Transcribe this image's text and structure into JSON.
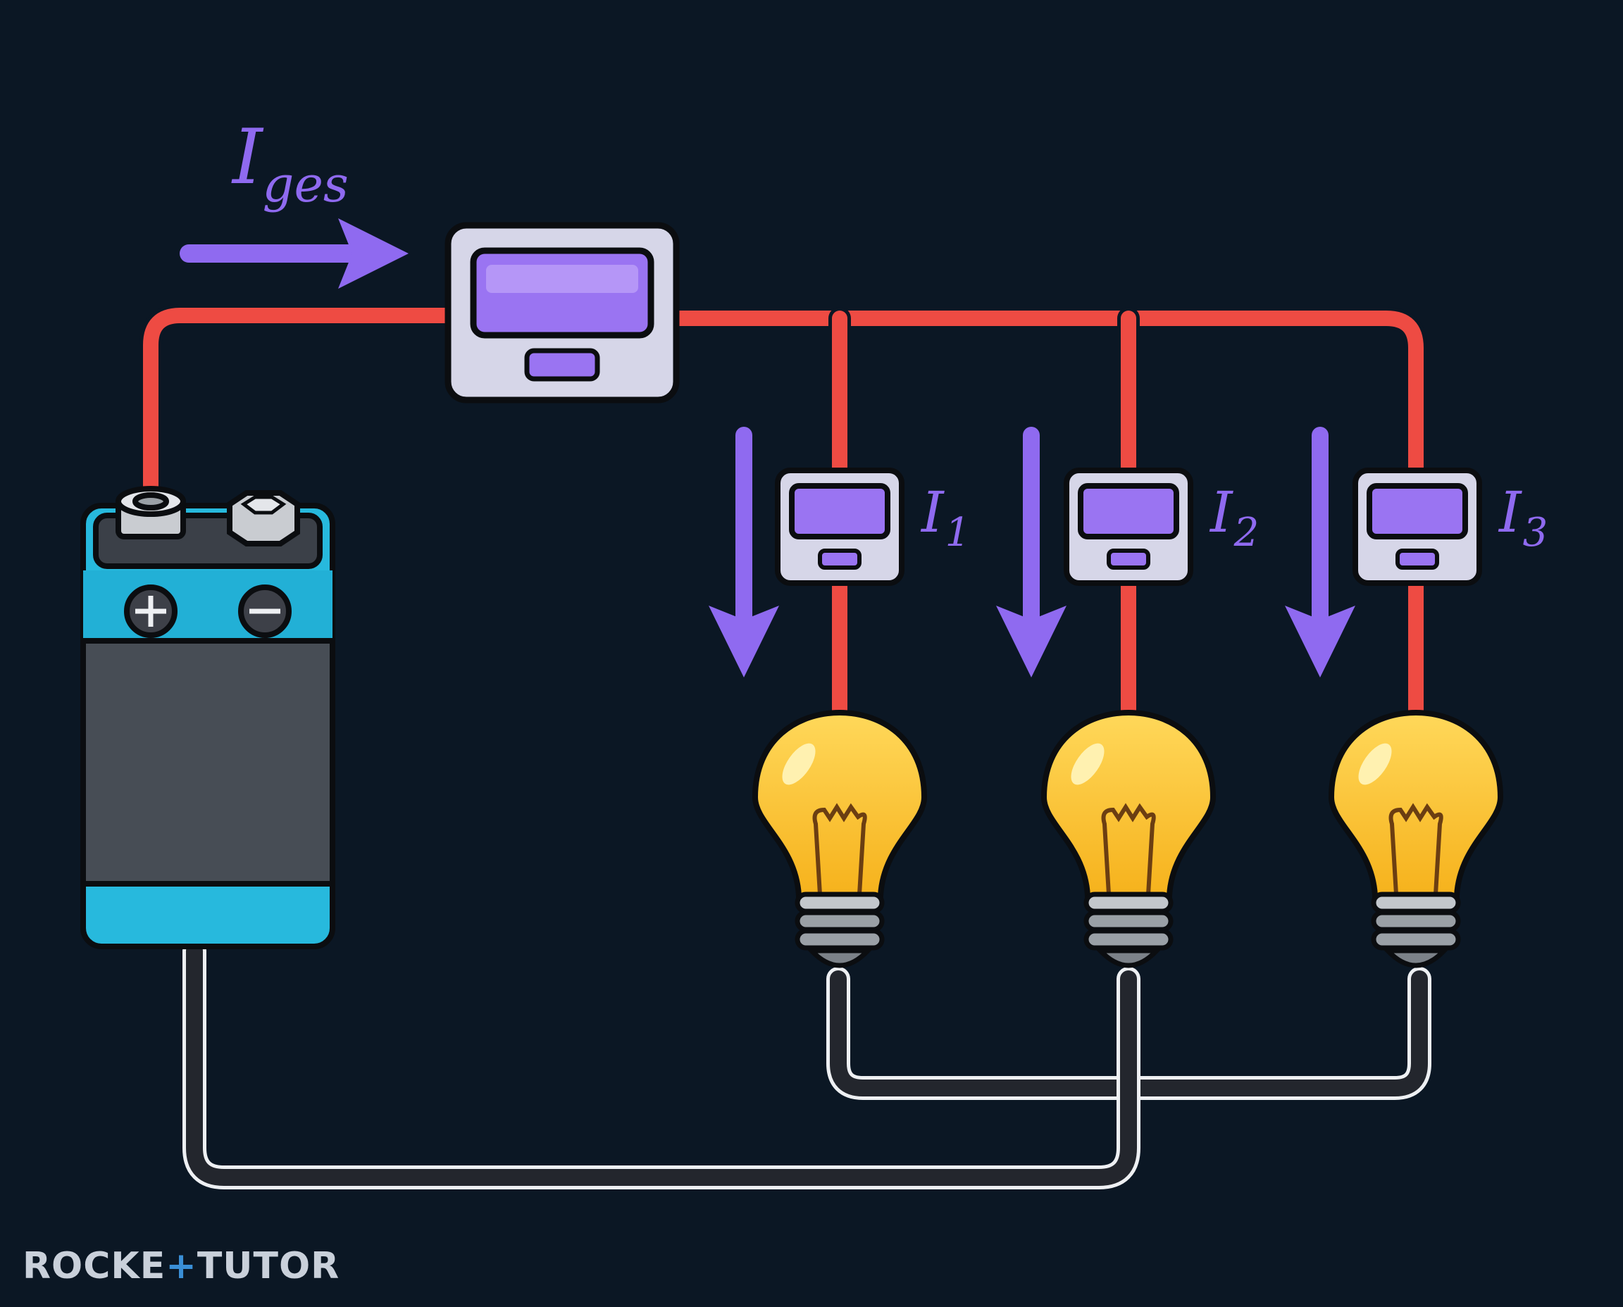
{
  "labels": {
    "total_current": {
      "main": "I",
      "sub": "ges"
    },
    "branches": [
      {
        "main": "I",
        "sub": "1"
      },
      {
        "main": "I",
        "sub": "2"
      },
      {
        "main": "I",
        "sub": "3"
      }
    ]
  },
  "brand": {
    "left": "ROCKE",
    "plus": "+",
    "right": "TUTOR"
  },
  "components": {
    "battery": {
      "positive_symbol": "+",
      "negative_symbol": "−"
    },
    "ammeter_main_icon": "ammeter-icon",
    "ammeter_branch_icon": "ammeter-icon",
    "lamp_icon": "light-bulb-icon",
    "arrow_icon": "current-arrow-icon"
  },
  "colors": {
    "background": "#0b1724",
    "wire_positive": "#ee4b43",
    "wire_negative": "#23262d",
    "current_arrow": "#8f6af0",
    "meter_body": "#d6d6e8",
    "meter_screen": "#9a74f2",
    "battery_cap": "#27b9dd",
    "battery_body": "#474d55",
    "bulb_glass": "#fbc531",
    "bulb_base": "#9aa0a6"
  }
}
